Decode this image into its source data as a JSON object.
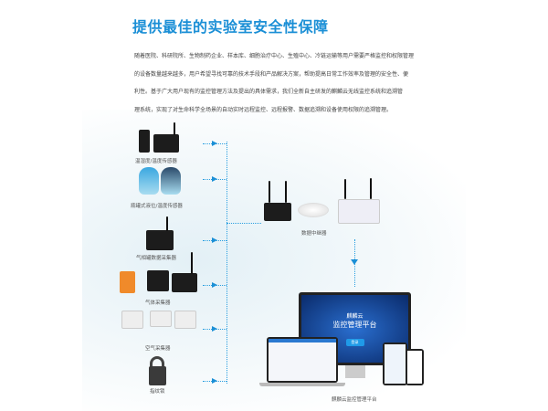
{
  "title": "提供最佳的实验室安全性保障",
  "paragraph_lines": [
    "随着医院、科研院所、生物制药企业、样本库、细胞治疗中心、生殖中心、冷链运输等用户需要严格监控和权限管理",
    "的设备数量越来越多，用户希望寻找可靠的技术手段和产品解决方案，帮助提高日常工作效率及管理的安全性、便",
    "利性。基于广大用户现有的监控管理方法及提出的具体需求，我们全新自主研发的麒麟云无线监控系统和追溯管",
    "理系统，实现了对生命科学全场景的自动实时远程监控、远程报警、数据追溯和设备使用权限的追溯管理。"
  ],
  "devices": [
    "温湿度/温度传感器",
    "瓶罐式液位/温度传感器",
    "气相罐数据采集器",
    "气体采集器",
    "空气采集器",
    "指纹锁"
  ],
  "relay_label": "数据中继器",
  "platform_label": "麒麟云监控管理平台",
  "screen": {
    "brand": "麒麟云",
    "title": "监控管理平台",
    "button": "登录"
  },
  "accent": "#1b8fd6"
}
